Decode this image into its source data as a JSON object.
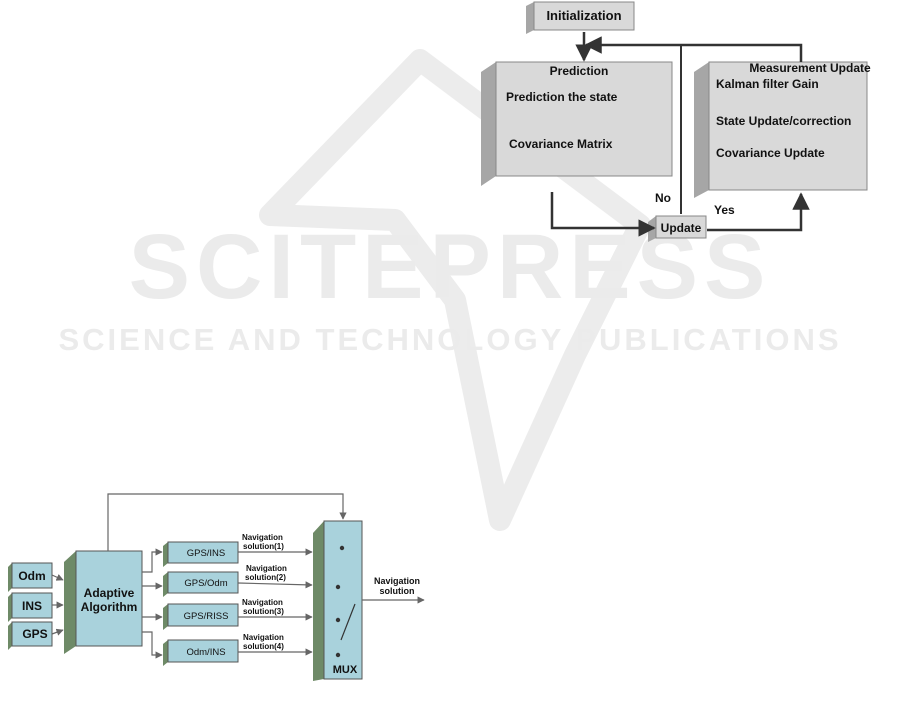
{
  "watermark": {
    "main": "SCITEPRESS",
    "sub": "SCIENCE AND TECHNOLOGY PUBLICATIONS"
  },
  "kalman": {
    "initialization": "Initialization",
    "prediction": {
      "title": "Prediction",
      "line1": "Prediction the state",
      "line2": "Covariance Matrix"
    },
    "measurement": {
      "title": "Measurement Update",
      "line1": "Kalman filter Gain",
      "line2": "State Update/correction",
      "line3": "Covariance Update"
    },
    "update": "Update",
    "no": "No",
    "yes": "Yes"
  },
  "navigation": {
    "inputs": [
      "Odm",
      "INS",
      "GPS"
    ],
    "adaptive_line1": "Adaptive",
    "adaptive_line2": "Algorithm",
    "filters": [
      "GPS/INS",
      "GPS/Odm",
      "GPS/RISS",
      "Odm/INS"
    ],
    "solution_word": "Navigation",
    "solutions": [
      "solution(1)",
      "solution(2)",
      "solution(3)",
      "solution(4)"
    ],
    "mux": "MUX",
    "output_line1": "Navigation",
    "output_line2": "solution"
  },
  "colors": {
    "box_gray": "#d9d9d9",
    "box_gray_dark": "#a6a6a6",
    "nav_fill": "#a9d2dc",
    "nav_side": "#6e8a67",
    "line": "#333333",
    "watermark": "#e9e9e9"
  }
}
